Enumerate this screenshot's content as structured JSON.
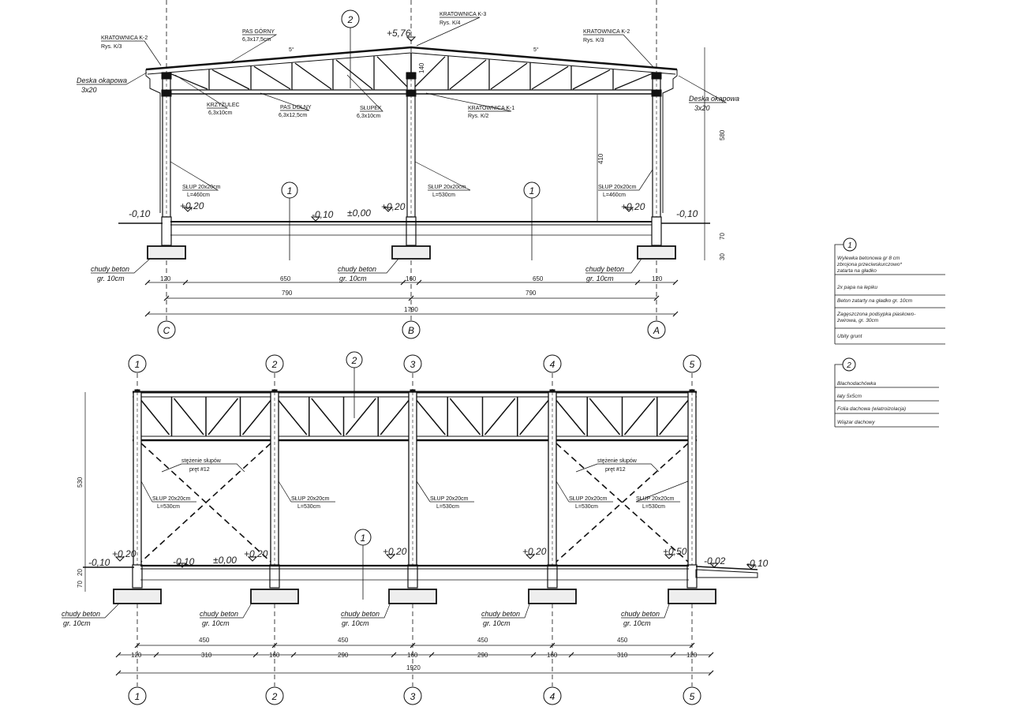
{
  "section_cross": {
    "axes": [
      "C",
      "B",
      "A"
    ],
    "markers": {
      "roof": "2",
      "floor_left": "1",
      "floor_right": "1"
    },
    "labels": {
      "k2_left": [
        "KRATOWNICA K-2",
        "Rys. K/3"
      ],
      "pas_gorny": [
        "PAS GÓRNY",
        "6,3x17,5cm"
      ],
      "k3": [
        "KRATOWNICA K-3",
        "Rys. K/4"
      ],
      "k2_right": [
        "KRATOWNICA K-2",
        "Rys. K/3"
      ],
      "deska_left": [
        "Deska okapowa",
        "3x20"
      ],
      "deska_right": [
        "Deska okapowa",
        "3x20"
      ],
      "krzyzulec": [
        "KRZYŻULEC",
        "6,3x10cm"
      ],
      "pas_dolny": [
        "PAS DOLNY",
        "6,3x12,5cm"
      ],
      "slupek": [
        "SŁUPEK",
        "6,3x10cm"
      ],
      "k1": [
        "KRATOWNICA K-1",
        "Rys. K/2"
      ],
      "slup_left": [
        "SŁUP 20x20cm",
        "L=460cm"
      ],
      "slup_mid": [
        "SŁUP 20x20cm",
        "L=530cm"
      ],
      "slup_right": [
        "SŁUP 20x20cm",
        "L=460cm"
      ],
      "chudy_left": [
        "chudy beton",
        "gr. 10cm"
      ],
      "chudy_mid": [
        "chudy beton",
        "gr. 10cm"
      ],
      "chudy_right": [
        "chudy beton",
        "gr. 10cm"
      ]
    },
    "levels": {
      "ridge": "+5,76",
      "ground_left": "-0,10",
      "floor_left": "+0,20",
      "ground_mid": "-0,10",
      "zero": "±0,00",
      "floor_mid": "+0,20",
      "floor_right": "+0,20",
      "ground_right": "-0,10"
    },
    "angle_left": "5°",
    "angle_right": "5°",
    "dims": {
      "row1": [
        "120",
        "650",
        "160",
        "650",
        "120"
      ],
      "row2": [
        "790",
        "790"
      ],
      "total": "1790",
      "height": "580",
      "inner": "410",
      "truss": "140",
      "foot": [
        "70",
        "30"
      ]
    }
  },
  "section_long": {
    "axes": [
      "1",
      "2",
      "3",
      "4",
      "5"
    ],
    "markers": {
      "roof": "2",
      "floor": "1"
    },
    "bracing_left": [
      "stężenie słupów",
      "pręt #12"
    ],
    "bracing_right": [
      "stężenie słupów",
      "pręt #12"
    ],
    "slup": [
      [
        "SŁUP 20x20cm",
        "L=530cm"
      ],
      [
        "SŁUP 20x20cm",
        "L=530cm"
      ],
      [
        "SŁUP 20x20cm",
        "L=530cm"
      ],
      [
        "SŁUP 20x20cm",
        "L=530cm"
      ],
      [
        "SŁUP 20x20cm",
        "L=530cm"
      ]
    ],
    "chudy": [
      [
        "chudy beton",
        "gr. 10cm"
      ],
      [
        "chudy beton",
        "gr. 10cm"
      ],
      [
        "chudy beton",
        "gr. 10cm"
      ],
      [
        "chudy beton",
        "gr. 10cm"
      ],
      [
        "chudy beton",
        "gr. 10cm"
      ]
    ],
    "levels": {
      "l1": "-0,10",
      "l2": "+0,20",
      "l3": "-0,10",
      "l4": "±0,00",
      "l5": "+0,20",
      "l6": "+0,20",
      "l7": "+0,20",
      "l8": "+0,50",
      "l9": "-0,02",
      "l10": "-0,10"
    },
    "dims": {
      "spans": [
        "450",
        "450",
        "450",
        "450"
      ],
      "row1": [
        "120",
        "310",
        "160",
        "290",
        "160",
        "290",
        "160",
        "310",
        "120"
      ],
      "total": "1920",
      "height": "530",
      "foot": [
        "20",
        "70"
      ]
    }
  },
  "legend": {
    "floor": {
      "marker": "1",
      "layers": [
        "Wylewka betonowa gr 8 cm",
        "zbrojona przeciwskurczowo*",
        "zatarta na gładko",
        "2x papa na lepiku",
        "Beton zatarty na gładko gr. 10cm",
        "Zagęszczona podsypka piaskowo-",
        "żwirowa, gr. 30cm",
        "Ubity grunt"
      ]
    },
    "roof": {
      "marker": "2",
      "layers": [
        "Blachodachówka",
        "łaty 5x5cm",
        "Folia dachowa (wiatroizolacja)",
        "Wiązar dachowy"
      ]
    }
  }
}
